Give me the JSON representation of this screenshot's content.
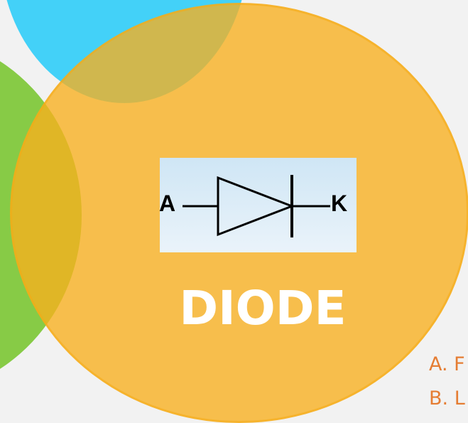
{
  "diagram": {
    "title": "DIODE",
    "anode_label": "A",
    "cathode_label": "K"
  },
  "list": {
    "items": [
      "A. F",
      "B. L"
    ]
  },
  "colors": {
    "blue_circle": "#12c8fa",
    "green_circle": "#74c428",
    "orange_circle": "#f8b01e",
    "list_text": "#e57d33",
    "title_text": "#ffffff"
  },
  "icons": [
    "diode-symbol-icon"
  ]
}
